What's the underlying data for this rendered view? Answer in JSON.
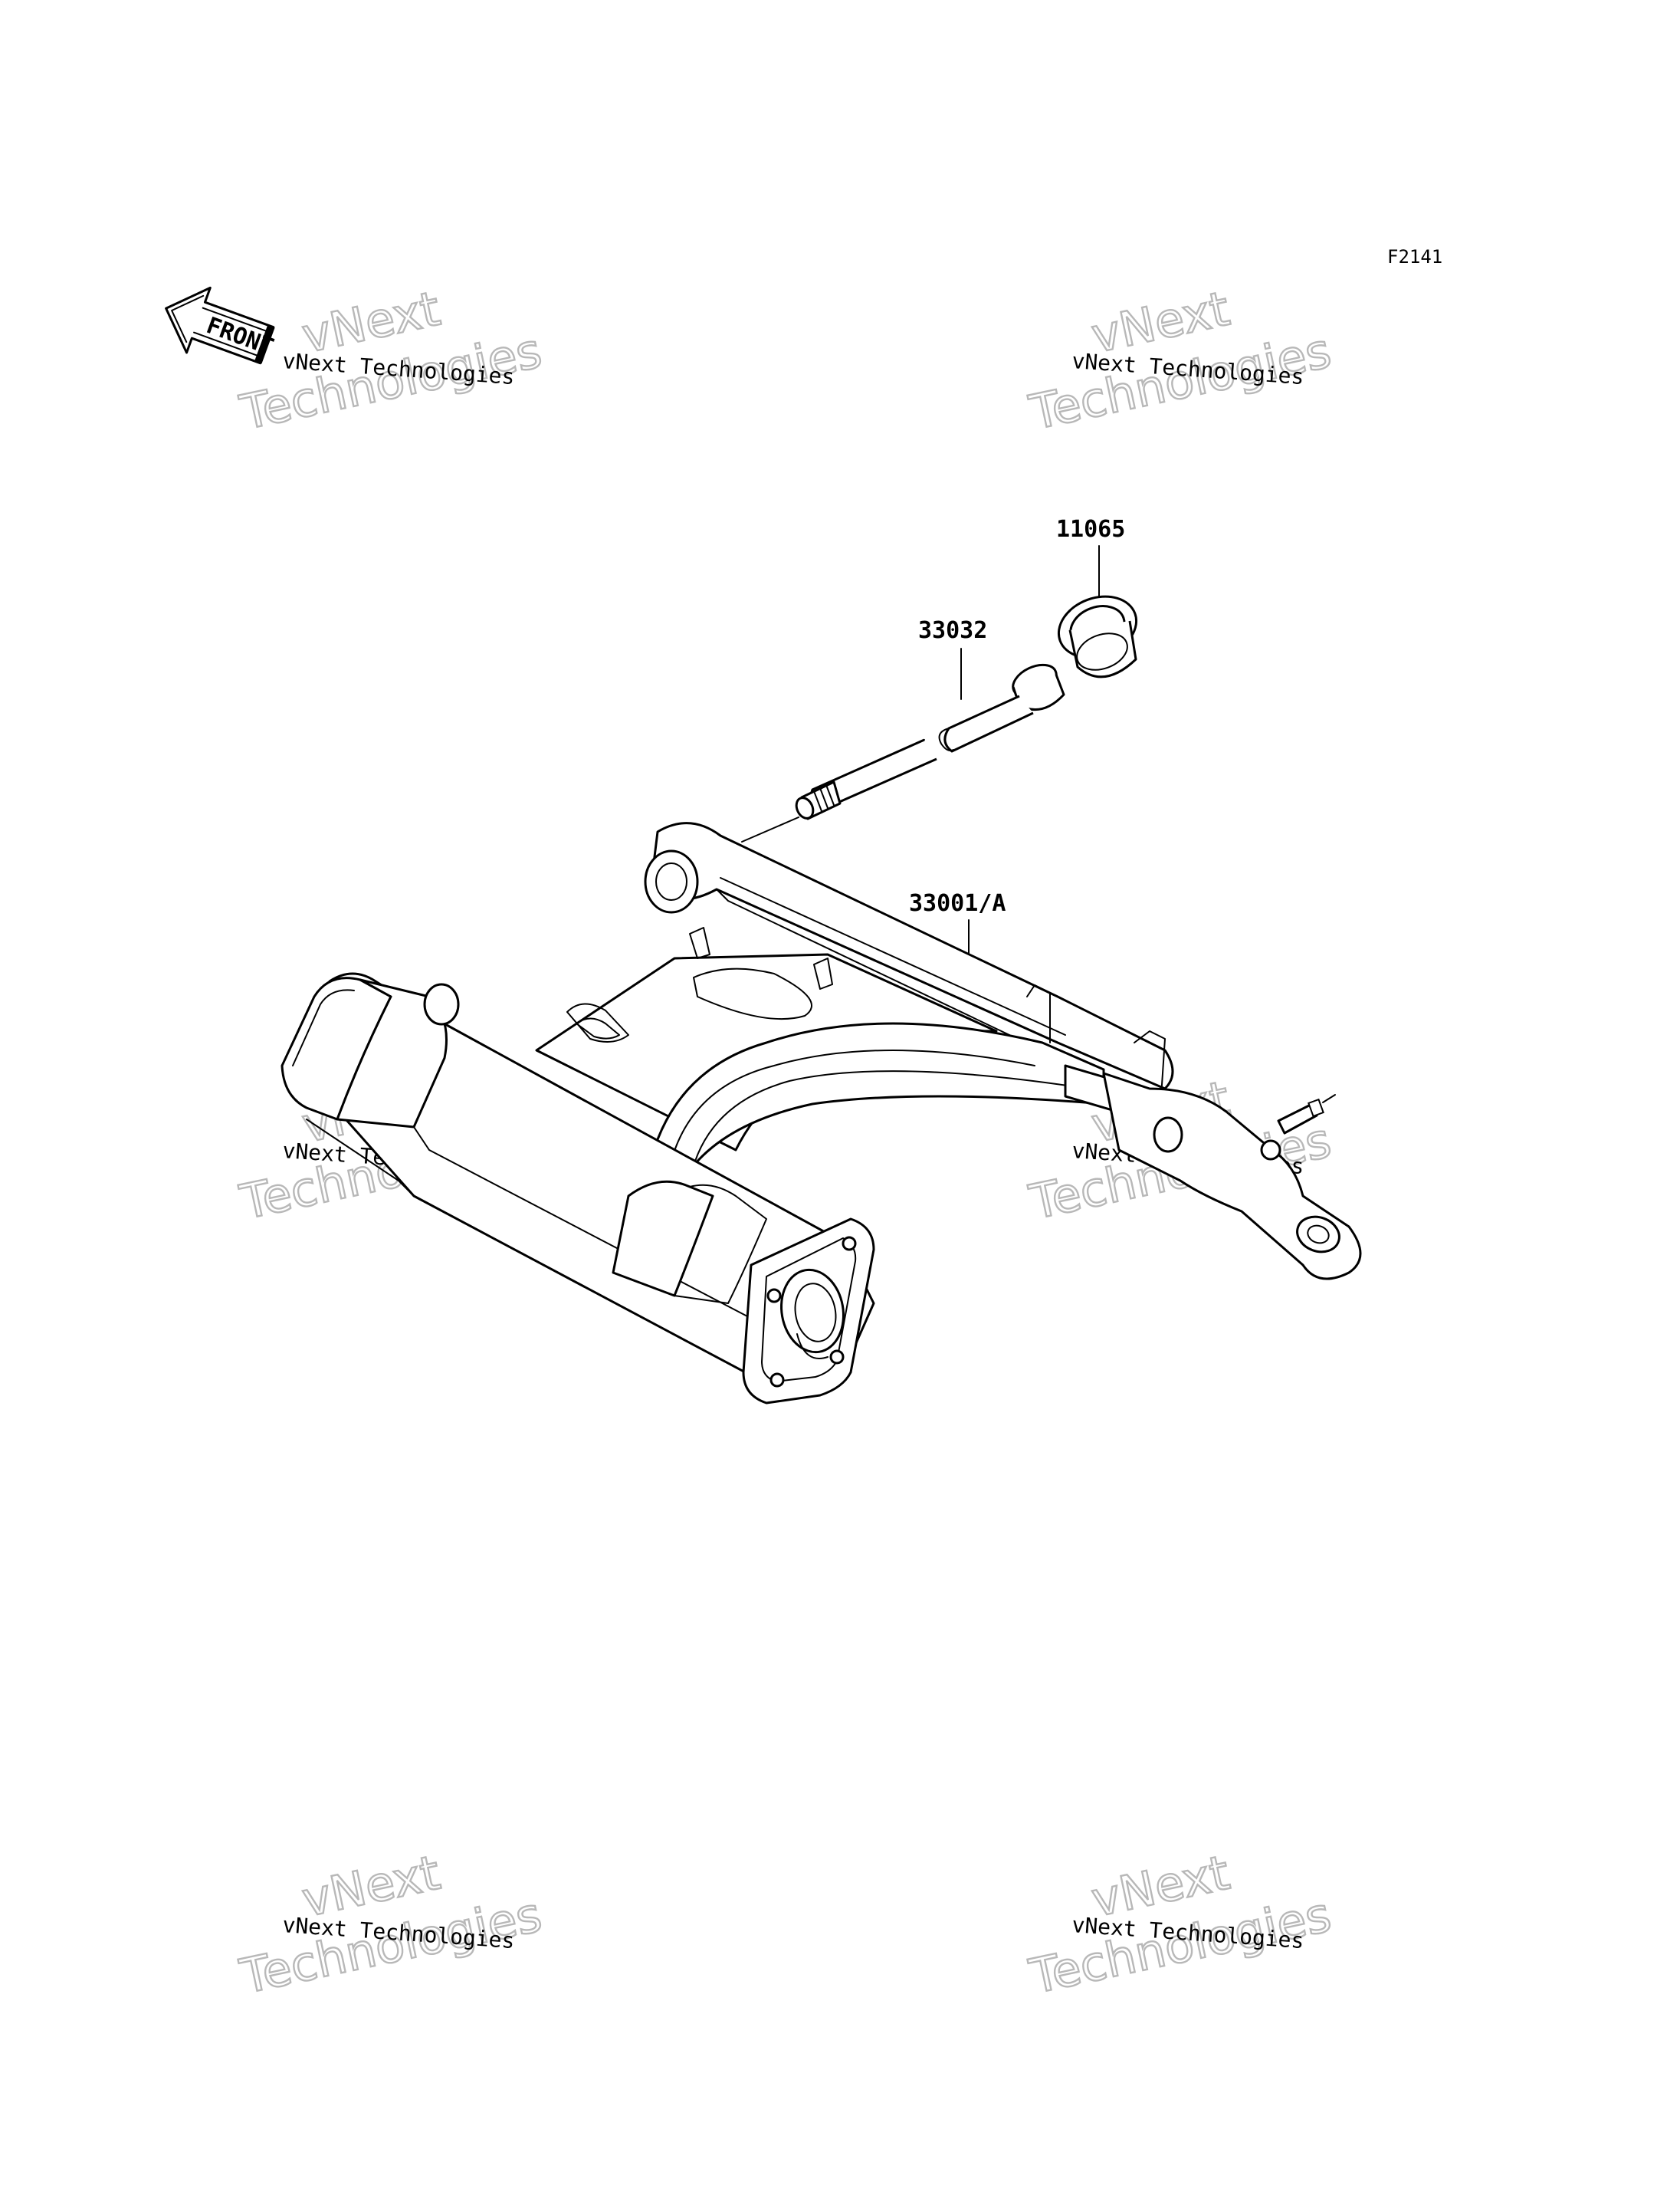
{
  "diagram_code": "F2141",
  "front_arrow": {
    "label": "FRONT",
    "icon": "front-arrow-icon"
  },
  "parts": [
    {
      "number": "11065"
    },
    {
      "number": "33032"
    },
    {
      "number": "33001/A"
    }
  ],
  "watermark": {
    "small_text": "vNext Technologies",
    "big_line1": "vNext",
    "big_line2": "Technologies"
  },
  "colors": {
    "line": "#000000",
    "watermark": "#b8b8b8",
    "background": "#ffffff"
  }
}
